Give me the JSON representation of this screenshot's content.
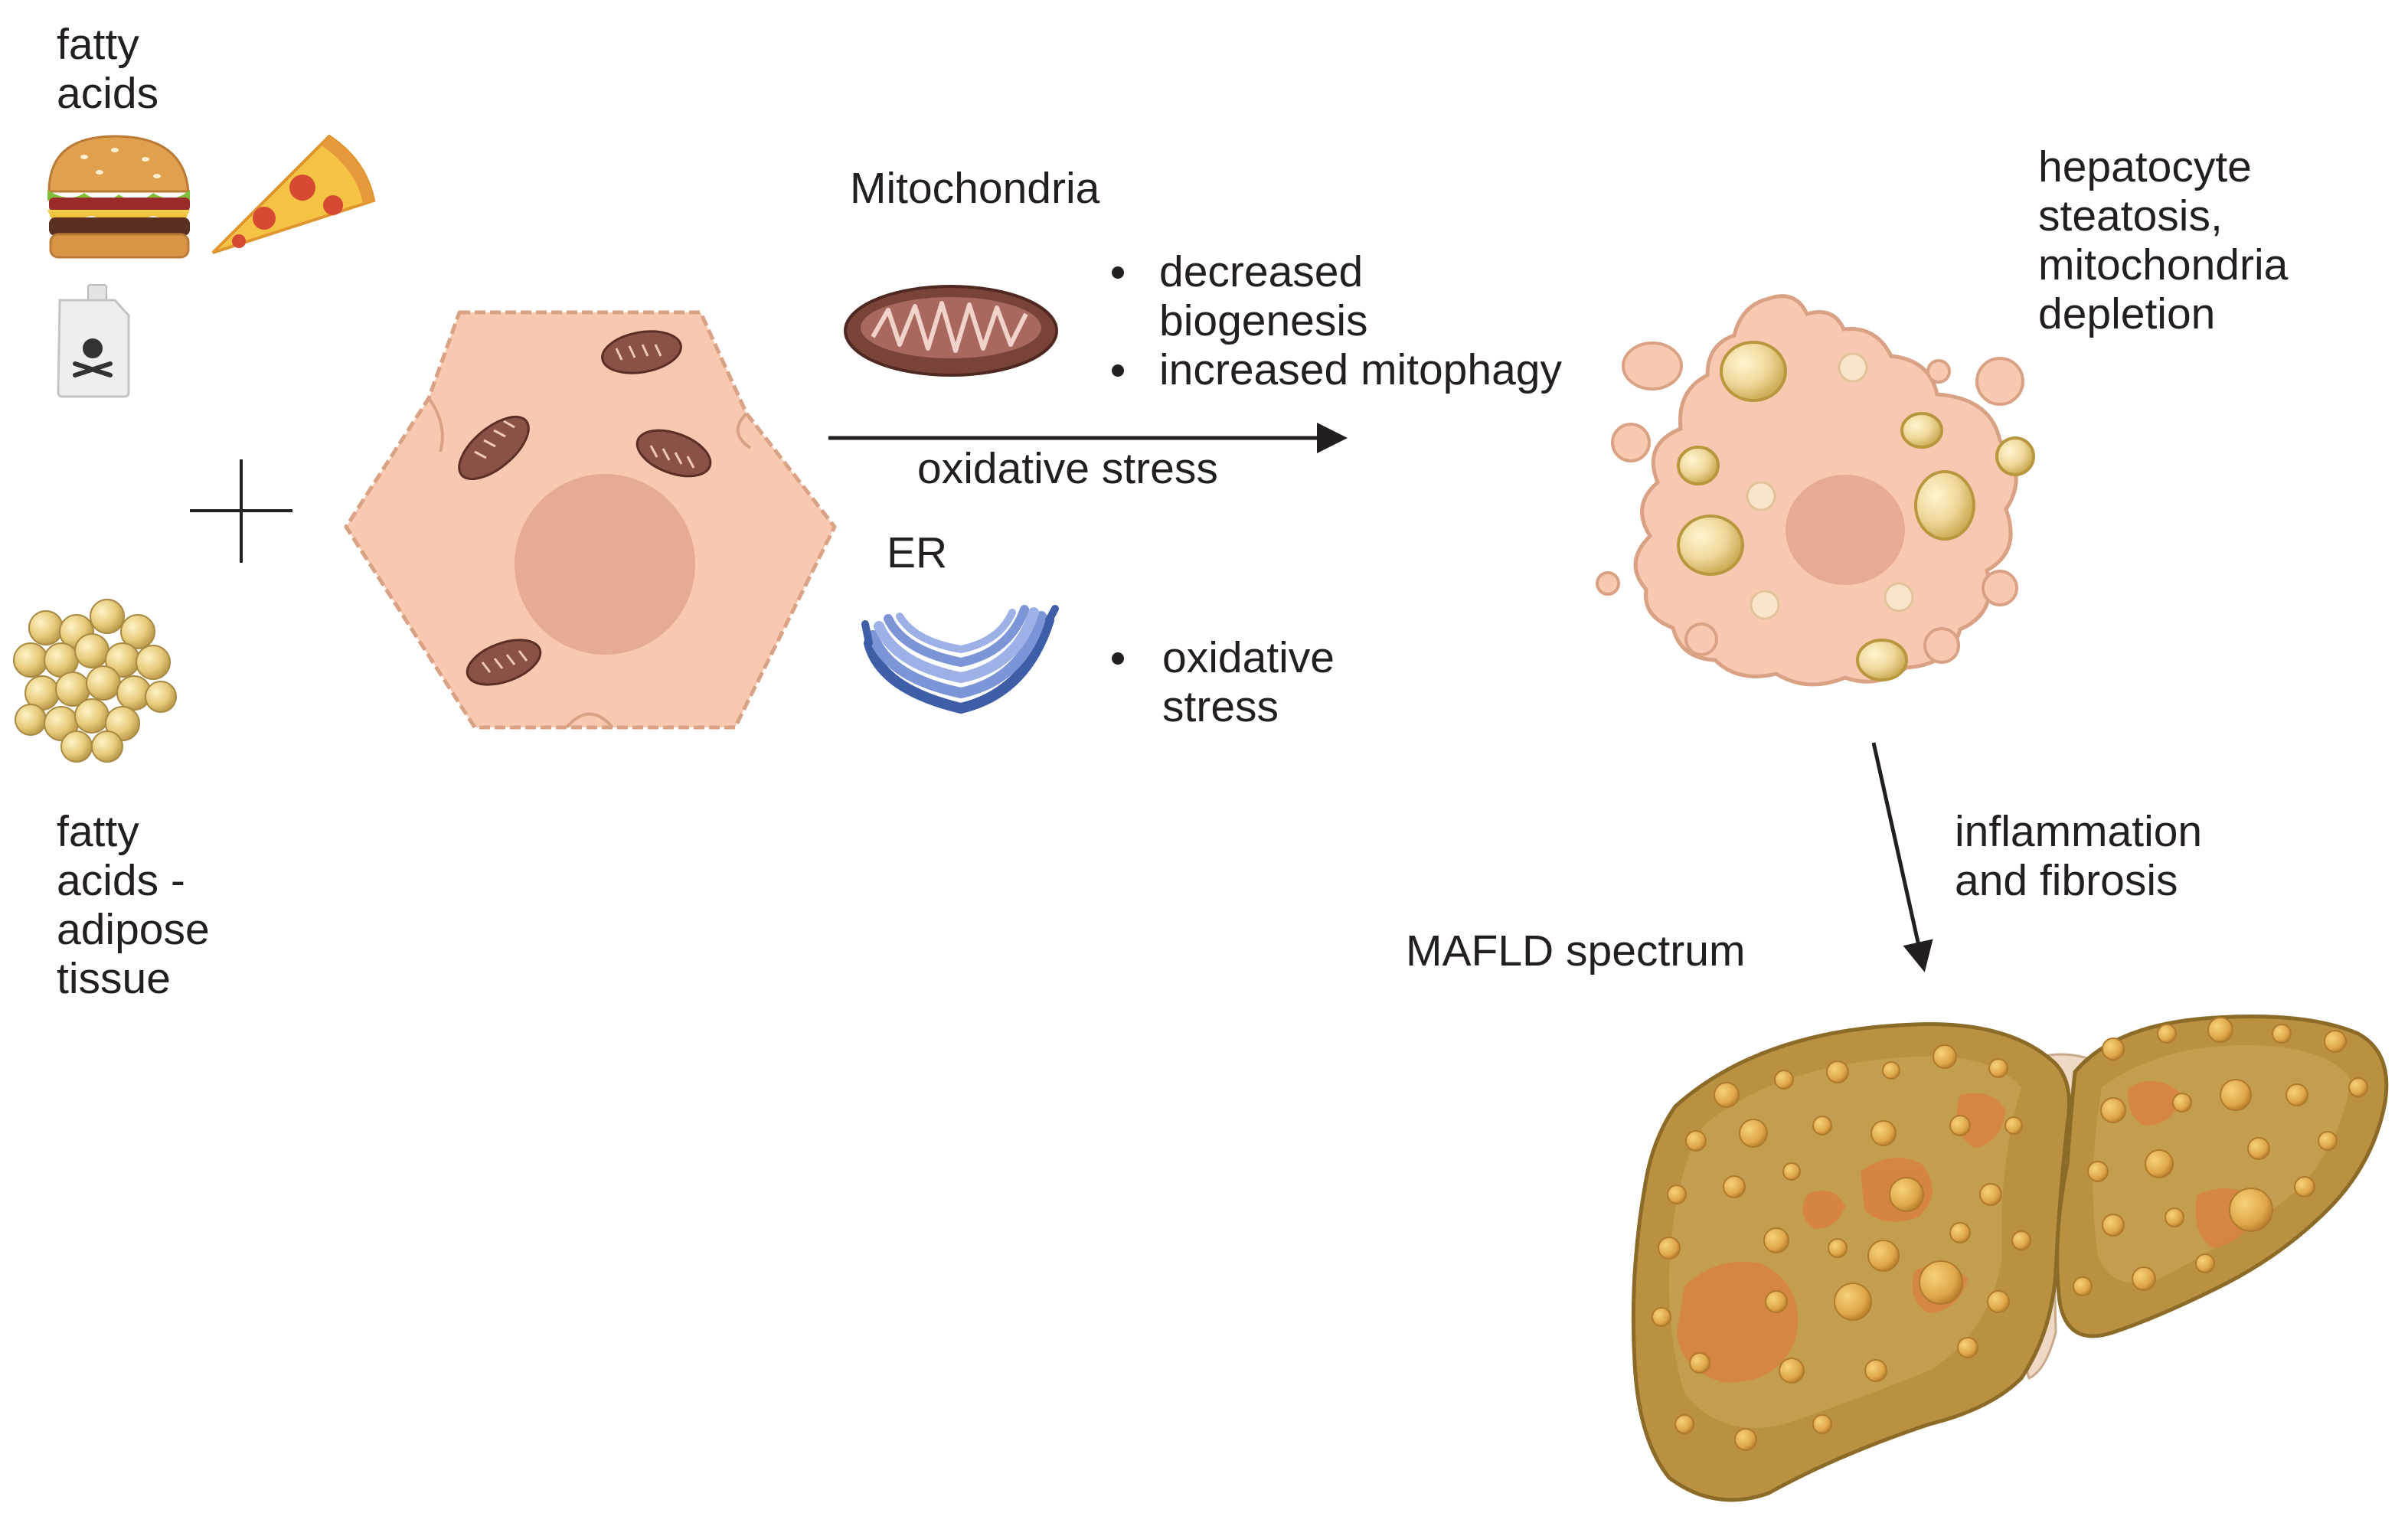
{
  "labels": {
    "fatty_acids": [
      "fatty",
      "acids"
    ],
    "fatty_acids_adipose": [
      "fatty",
      "acids -",
      "adipose",
      "tissue"
    ],
    "mitochondria_title": "Mitochondria",
    "mito_effects": [
      [
        "decreased",
        "biogenesis"
      ],
      [
        "increased mitophagy"
      ]
    ],
    "arrow_label": "oxidative stress",
    "er_title": "ER",
    "er_effects": [
      [
        "oxidative",
        "stress"
      ]
    ],
    "hepatocyte_result": [
      "hepatocyte",
      "steatosis,",
      "mitochondria",
      "depletion"
    ],
    "progression": [
      "inflammation",
      "and fibrosis"
    ],
    "disease": "MAFLD spectrum"
  },
  "icons": [
    "burger-icon",
    "pizza-icon",
    "toxin-bottle-icon",
    "adipose-tissue-icon",
    "plus-icon",
    "hepatocyte-icon",
    "mitochondrion-icon",
    "endoplasmic-reticulum-icon",
    "steatotic-hepatocyte-icon",
    "fatty-liver-icon"
  ],
  "colors": {
    "cell_fill": "#f8c9b0",
    "cell_stroke": "#d9a285",
    "nucleus": "#e6ab95",
    "mito_fill": "#7a4339",
    "er_fill": "#7c95d6",
    "lipid_fill": "#efd79a",
    "liver_fill": "#b99141",
    "liver_spot": "#d8813f",
    "text": "#231f20"
  }
}
